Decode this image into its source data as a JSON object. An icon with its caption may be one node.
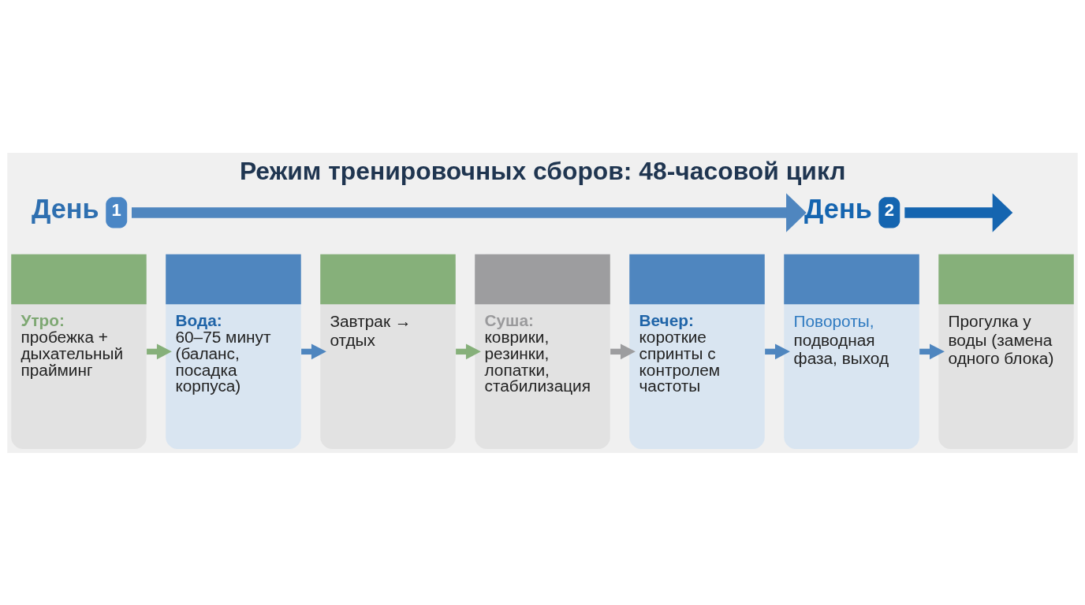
{
  "diagram": {
    "title": "Режим тренировочных сборов: 48-часовой цикл",
    "nodes": [
      {
        "text": [
          "День",
          "1"
        ]
      },
      {
        "text": [
          "День",
          "2"
        ]
      },
      {
        "text": [
          "Утро:",
          "пробежка + дыхательный прайминг"
        ]
      },
      {
        "text": [
          "Вода:",
          "60–75 минут (баланс, посадка корпуса)"
        ]
      },
      {
        "text": [
          "Завтрак → отдых"
        ]
      },
      {
        "text": [
          "Суша:",
          "коврики, резинки, лопатки, стабилизация"
        ]
      },
      {
        "text": [
          "Вечер:",
          "короткие спринты с контролем частоты"
        ]
      },
      {
        "text": [
          "Повороты,",
          "подводная фаза, выход"
        ]
      },
      {
        "text": [
          "Прогулка у воды (замена одного блока)"
        ]
      }
    ],
    "edges": [
      {
        "from": 0,
        "to": 1,
        "arrow": "to",
        "style": "thick"
      },
      {
        "from": 1,
        "to": null,
        "arrow": "to",
        "style": "thick",
        "color": "#1565b0"
      },
      {
        "from": 2,
        "to": 3,
        "arrow": "to",
        "color": "#86b07a"
      },
      {
        "from": 3,
        "to": 4,
        "arrow": "to"
      },
      {
        "from": 4,
        "to": 5,
        "arrow": "to",
        "color": "#86b07a"
      },
      {
        "from": 5,
        "to": 6,
        "arrow": "to",
        "color": "#9d9d9f"
      },
      {
        "from": 6,
        "to": 7,
        "arrow": "to"
      },
      {
        "from": 7,
        "to": 8,
        "arrow": "to"
      }
    ]
  }
}
